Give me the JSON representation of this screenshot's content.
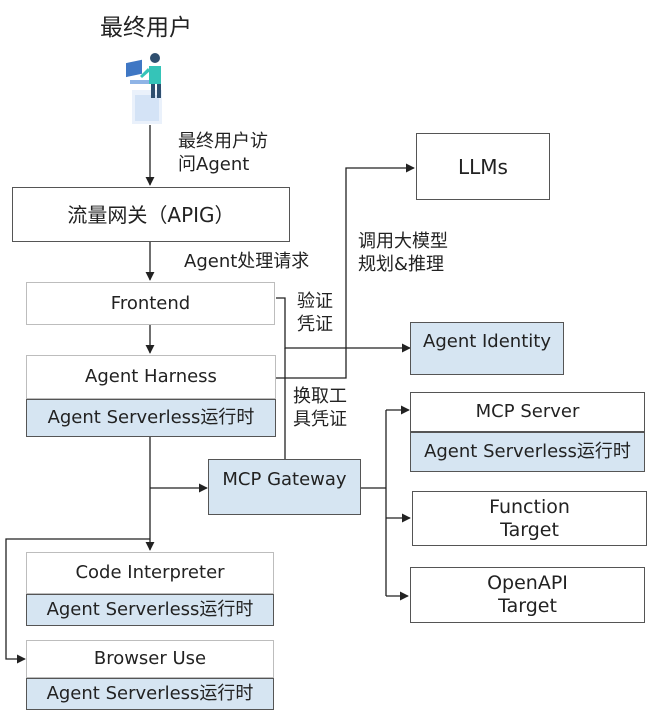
{
  "user": {
    "title": "最终用户",
    "access_label": "最终用户访问Agent",
    "access_line1": "最终用户访",
    "access_line2": "问Agent"
  },
  "gateway": {
    "label": "流量网关（APIG）"
  },
  "agent_process_label": "Agent处理请求",
  "llms": {
    "label": "LLMs"
  },
  "invoke_llm": {
    "text": "调用大模型规划&推理",
    "line1": "调用大模型",
    "line2": "规划&推理"
  },
  "verify_cred": {
    "text": "验证凭证",
    "line1": "验证",
    "line2": "凭证"
  },
  "exchange_cred": {
    "text": "换取工具凭证",
    "line1": "换取工",
    "line2": "具凭证"
  },
  "frontend": {
    "label": "Frontend"
  },
  "agent_identity": {
    "label": "Agent Identity"
  },
  "agent_harness": {
    "label": "Agent Harness",
    "runtime": "Agent Serverless运行时"
  },
  "mcp_gateway": {
    "label": "MCP Gateway"
  },
  "mcp_server": {
    "label": "MCP Server",
    "runtime": "Agent Serverless运行时"
  },
  "function_target": {
    "label": "Function Target",
    "line1": "Function",
    "line2": "Target"
  },
  "openapi_target": {
    "label": "OpenAPI Target",
    "line1": "OpenAPI",
    "line2": "Target"
  },
  "code_interpreter": {
    "label": "Code Interpreter",
    "runtime": "Agent Serverless运行时"
  },
  "browser_use": {
    "label": "Browser Use",
    "runtime": "Agent Serverless运行时"
  },
  "colors": {
    "runtime_fill": "#d6e5f2",
    "line": "#222222",
    "border": "#555555"
  },
  "icons": {
    "user": "person-at-computer-icon"
  }
}
